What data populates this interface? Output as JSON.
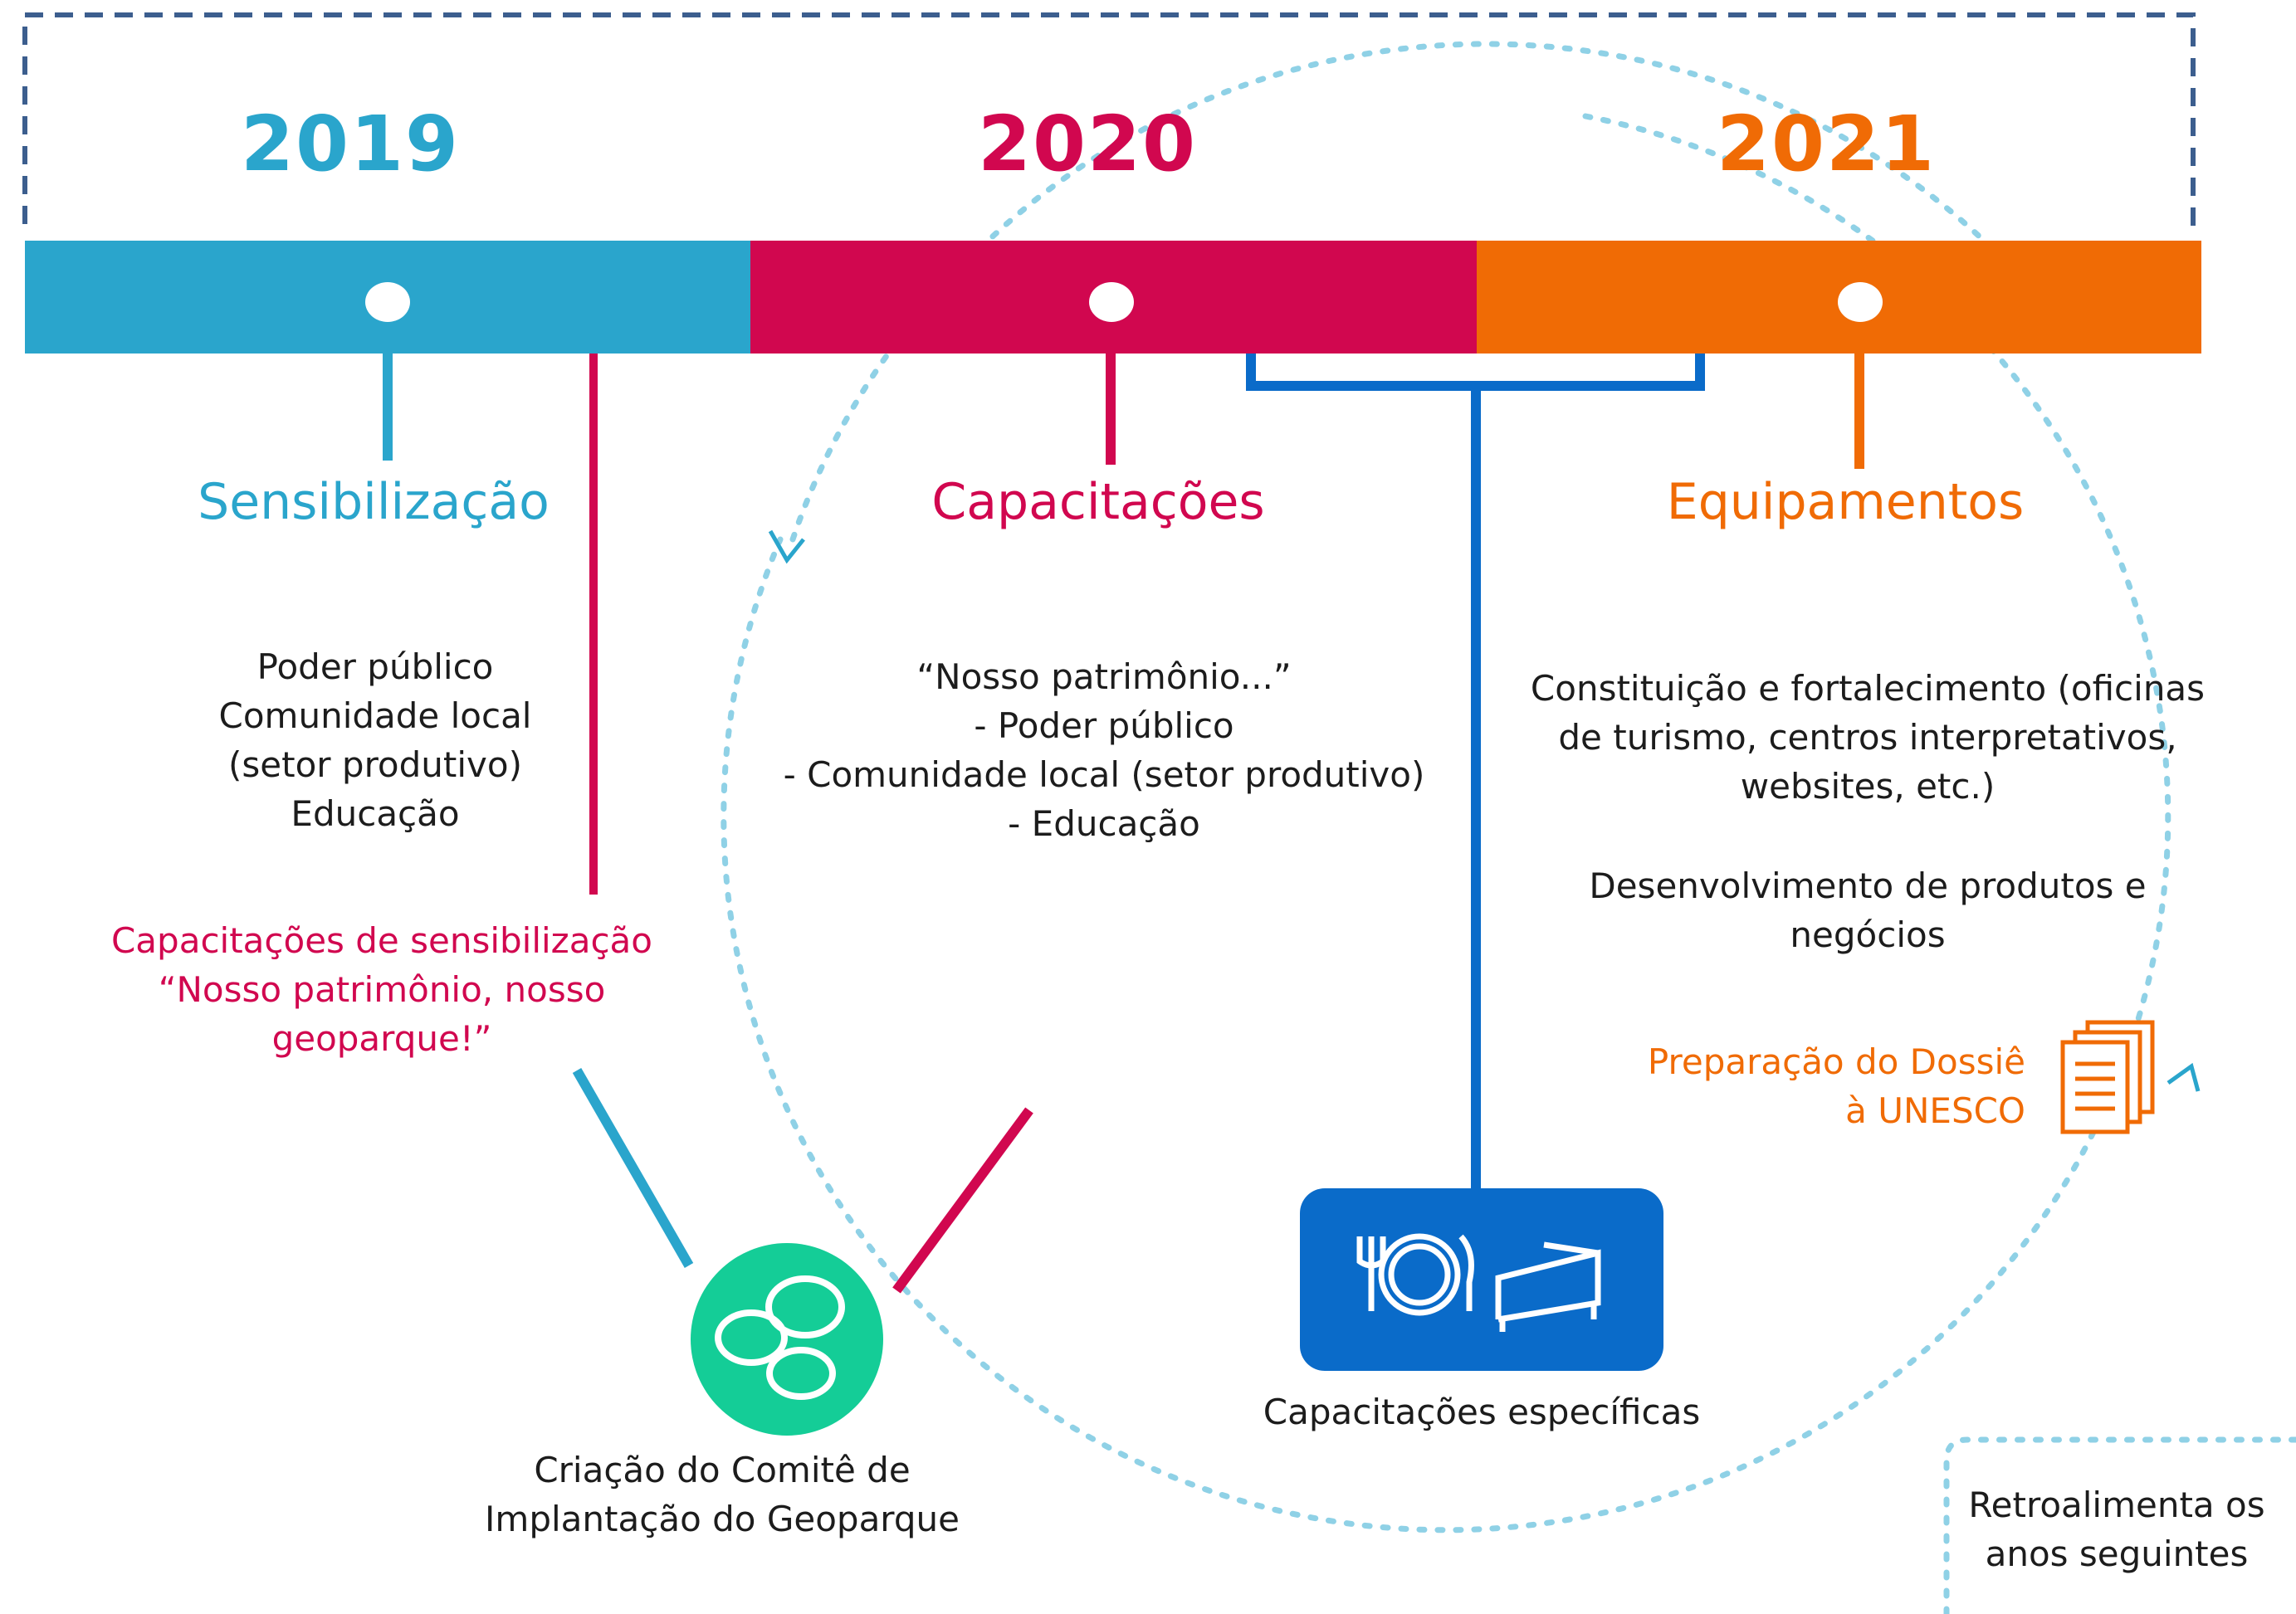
{
  "colors": {
    "blue": "#2aa5cc",
    "magenta": "#d1074f",
    "orange": "#f06b05",
    "dark_blue": "#0a6bc9",
    "green": "#14cd97",
    "dotted": "#8fd1e6",
    "frame": "#3c5e8e"
  },
  "years": [
    "2019",
    "2020",
    "2021"
  ],
  "phases": [
    "Sensibilização",
    "Capacitações",
    "Equipamentos"
  ],
  "blocks": {
    "sensibilizacao_targets": [
      "Poder público",
      "Comunidade local",
      "(setor produtivo)",
      "Educação"
    ],
    "capacitacoes_targets": [
      "“Nosso patrimônio...”",
      "- Poder público",
      "- Comunidade local (setor produtivo)",
      "- Educação"
    ],
    "equipamentos_items": [
      "Constituição e fortalecimento (oficinas",
      "de turismo, centros interpretativos,",
      "websites, etc.)"
    ],
    "produtos": [
      "Desenvolvimento de produtos e",
      "negócios"
    ],
    "capacitacoes_sensibilizacao": [
      "Capacitações de sensibilização",
      "“Nosso patrimônio, nosso",
      "geoparque!”"
    ],
    "dossie": [
      "Preparação do Dossiê",
      "à UNESCO"
    ],
    "comite": [
      "Criação do Comitê de",
      "Implantação do Geoparque"
    ],
    "capacitacoes_especificas": "Capacitações específicas",
    "retroalimenta": [
      "Retroalimenta os",
      "anos seguintes"
    ]
  },
  "icons": [
    "chat-bubbles-icon",
    "cutlery-plate-icon",
    "bed-icon",
    "documents-icon"
  ]
}
